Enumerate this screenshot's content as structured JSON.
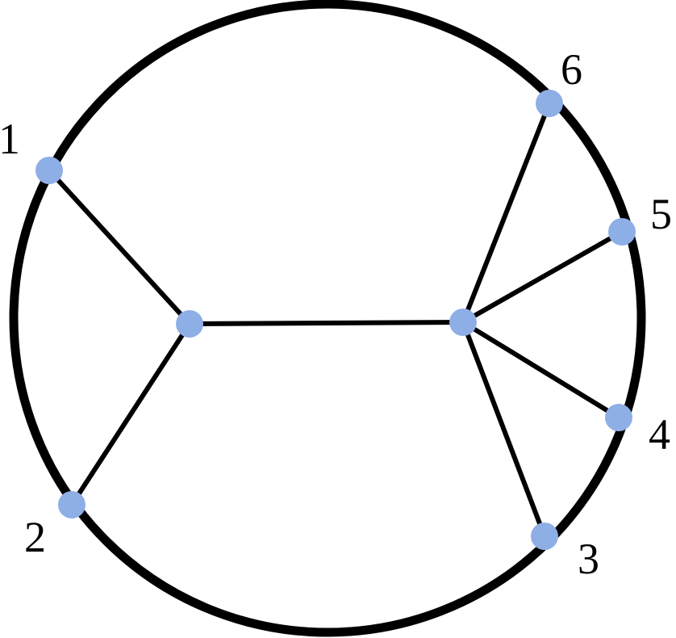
{
  "colors": {
    "background": "#ffffff",
    "stroke": "#000000",
    "node_fill": "#8eaee6"
  },
  "diagram": {
    "type": "circular tree diagram",
    "boundary_nodes": [
      {
        "id": "n1",
        "label": "1"
      },
      {
        "id": "n2",
        "label": "2"
      },
      {
        "id": "n3",
        "label": "3"
      },
      {
        "id": "n4",
        "label": "4"
      },
      {
        "id": "n5",
        "label": "5"
      },
      {
        "id": "n6",
        "label": "6"
      }
    ],
    "internal_nodes": [
      {
        "id": "c1"
      },
      {
        "id": "c2"
      }
    ],
    "edges": [
      {
        "from": "n1",
        "to": "c1"
      },
      {
        "from": "n2",
        "to": "c1"
      },
      {
        "from": "c1",
        "to": "c2"
      },
      {
        "from": "c2",
        "to": "n6"
      },
      {
        "from": "c2",
        "to": "n5"
      },
      {
        "from": "c2",
        "to": "n4"
      },
      {
        "from": "c2",
        "to": "n3"
      }
    ]
  }
}
